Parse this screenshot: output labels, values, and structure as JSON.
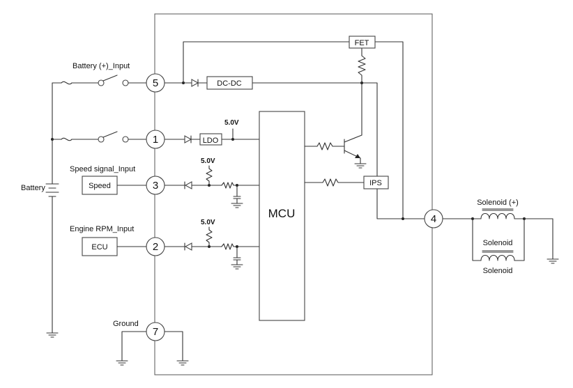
{
  "labels": {
    "battery_input": "Battery (+)_Input",
    "dcdc": "DC-DC",
    "fet": "FET",
    "ldo": "LDO",
    "ldo_voltage": "5.0V",
    "speed_input": "Speed signal_Input",
    "speed": "Speed",
    "speed_voltage": "5.0V",
    "battery": "Battery",
    "rpm_input": "Engine RPM_Input",
    "ecu": "ECU",
    "rpm_voltage": "5.0V",
    "mcu": "MCU",
    "ips": "IPS",
    "ground": "Ground",
    "solenoid_plus": "Solenoid (+)",
    "solenoid_mid": "Solenoid",
    "solenoid_bottom": "Solenoid"
  },
  "pins": {
    "battery": "5",
    "ignition": "1",
    "speed": "3",
    "rpm": "2",
    "solenoid": "4",
    "ground": "7"
  },
  "icons": [
    "switch-icon",
    "fuse-icon",
    "diode-icon",
    "resistor-icon",
    "transistor-icon",
    "ground-icon",
    "coil-icon",
    "battery-icon"
  ]
}
